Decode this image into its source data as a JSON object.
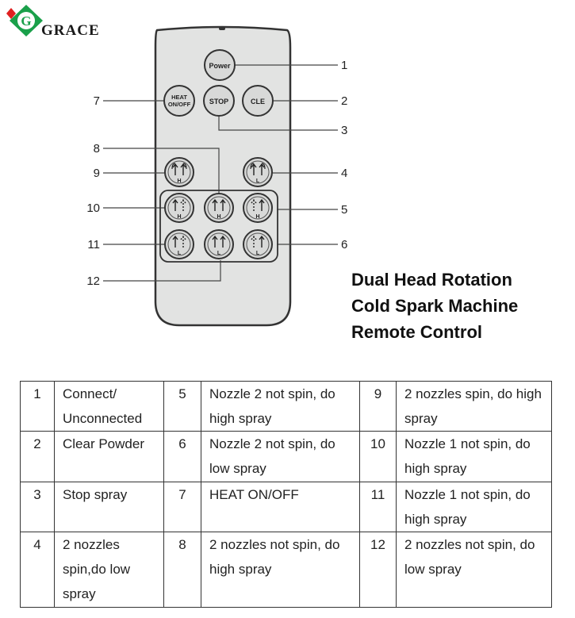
{
  "logo": {
    "letter": "G",
    "name": "GRACE",
    "colors": {
      "green": "#1aa04a",
      "red": "#e02020"
    }
  },
  "title": [
    "Dual Head Rotation",
    "Cold Spark Machine",
    "Remote Control"
  ],
  "remote": {
    "buttons": {
      "power": "Power",
      "heat_top": "HEAT",
      "heat_bottom": "ON/OFF",
      "stop": "STOP",
      "cle": "CLE"
    },
    "arrow_buttons": [
      {
        "id": "9",
        "letter": "H"
      },
      {
        "id": "4",
        "letter": "L"
      },
      {
        "id": "10",
        "letter": "H"
      },
      {
        "id": "8",
        "letter": "H"
      },
      {
        "id": "5",
        "letter": "H"
      },
      {
        "id": "11",
        "letter": "L"
      },
      {
        "id": "12",
        "letter": "L"
      },
      {
        "id": "6",
        "letter": "L"
      }
    ],
    "callouts": {
      "c1": "1",
      "c2": "2",
      "c3": "3",
      "c4": "4",
      "c5": "5",
      "c6": "6",
      "c7": "7",
      "c8": "8",
      "c9": "9",
      "c10": "10",
      "c11": "11",
      "c12": "12"
    },
    "colors": {
      "body": "#e2e3e2",
      "edge": "#333333",
      "button": "#d8d9d8"
    }
  },
  "legend": {
    "rows": [
      [
        {
          "n": "1",
          "t": "Connect/ Unconnected"
        },
        {
          "n": "5",
          "t": "Nozzle 2 not spin, do high spray"
        },
        {
          "n": "9",
          "t": "2 nozzles spin, do high spray"
        }
      ],
      [
        {
          "n": "2",
          "t": "Clear Powder"
        },
        {
          "n": "6",
          "t": "Nozzle 2 not spin, do low spray"
        },
        {
          "n": "10",
          "t": "Nozzle 1 not spin, do high spray"
        }
      ],
      [
        {
          "n": "3",
          "t": "Stop spray"
        },
        {
          "n": "7",
          "t": "HEAT ON/OFF"
        },
        {
          "n": "11",
          "t": "Nozzle 1 not spin, do high spray"
        }
      ],
      [
        {
          "n": "4",
          "t": "2 nozzles spin,do low spray"
        },
        {
          "n": "8",
          "t": "2 nozzles not spin, do high spray"
        },
        {
          "n": "12",
          "t": "2 nozzles not spin, do low spray"
        }
      ]
    ]
  }
}
